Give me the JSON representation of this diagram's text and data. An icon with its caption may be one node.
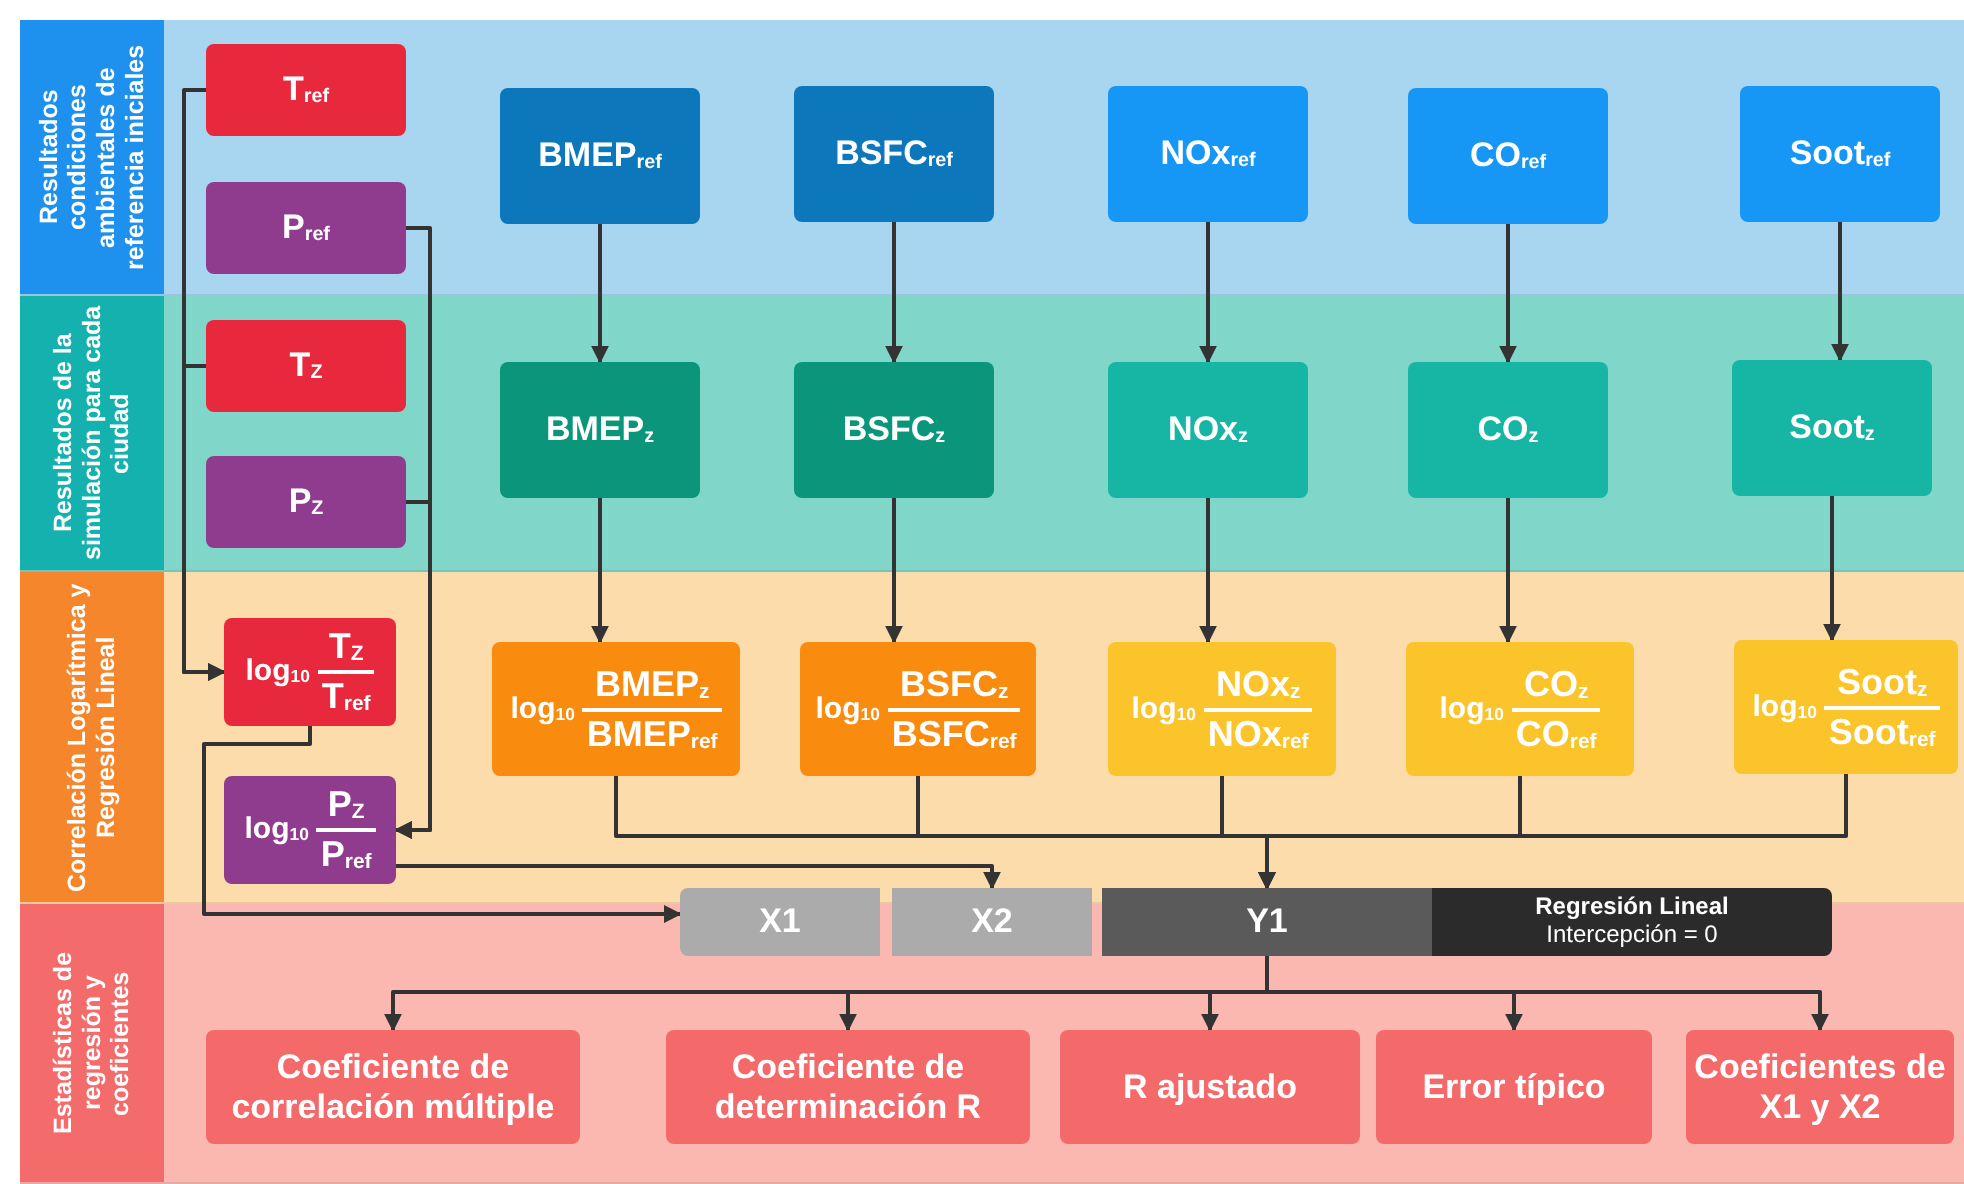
{
  "diagram": {
    "nodes": [
      {
        "text": [
          "Resultados condiciones ambientales de referencia iniciales"
        ]
      },
      {
        "text": [
          "Resultados de la simulación para cada ciudad"
        ]
      },
      {
        "text": [
          "Correlación Logarítmica y Regresión Lineal"
        ]
      },
      {
        "text": [
          "Estadísticas de regresión y coeficientes"
        ]
      },
      {
        "text": [
          "T$_{ref}$"
        ],
        "in": 0
      },
      {
        "text": [
          "P$_{ref}$"
        ],
        "in": 0
      },
      {
        "text": [
          "BMEP$_{ref}$"
        ],
        "in": 0
      },
      {
        "text": [
          "BSFC$_{ref}$"
        ],
        "in": 0
      },
      {
        "text": [
          "NOx$_{ref}$"
        ],
        "in": 0
      },
      {
        "text": [
          "CO$_{ref}$"
        ],
        "in": 0
      },
      {
        "text": [
          "Soot$_{ref}$"
        ],
        "in": 0
      },
      {
        "text": [
          "T$_{Z}$"
        ],
        "in": 1
      },
      {
        "text": [
          "P$_{Z}$"
        ],
        "in": 1
      },
      {
        "text": [
          "BMEP$_{z}$"
        ],
        "in": 1
      },
      {
        "text": [
          "BSFC$_{z}$"
        ],
        "in": 1
      },
      {
        "text": [
          "NOx$_{z}$"
        ],
        "in": 1
      },
      {
        "text": [
          "CO$_{z}$"
        ],
        "in": 1
      },
      {
        "text": [
          "Soot$_{z}$"
        ],
        "in": 1
      },
      {
        "text": [
          "log$_{10}$",
          "T$_{Z}$",
          "T$_{ref}$"
        ],
        "in": 2
      },
      {
        "text": [
          "log$_{10}$",
          "BMEP$_{z}$",
          "BMEP$_{ref}$"
        ],
        "in": 2
      },
      {
        "text": [
          "log$_{10}$",
          "BSFC$_{z}$",
          "BSFC$_{ref}$"
        ],
        "in": 2
      },
      {
        "text": [
          "log$_{10}$",
          "NOx$_{z}$",
          "NOx$_{ref}$"
        ],
        "in": 2
      },
      {
        "text": [
          "log$_{10}$",
          "CO$_{z}$",
          "CO$_{ref}$"
        ],
        "in": 2
      },
      {
        "text": [
          "log$_{10}$",
          "Soot$_{z}$",
          "Soot$_{ref}$"
        ],
        "in": 2
      },
      {
        "text": [
          "log$_{10}$",
          "P$_{Z}$",
          "P$_{ref}$"
        ],
        "in": 2
      },
      {
        "text": [
          "X1"
        ]
      },
      {
        "text": [
          "X2"
        ]
      },
      {
        "text": [
          "Y1"
        ]
      },
      {
        "text": [
          "Regresión Lineal",
          "Intercepción = 0"
        ]
      },
      {
        "text": [
          "Coeficiente de correlación múltiple"
        ],
        "in": 3
      },
      {
        "text": [
          "Coeficiente de determinación R"
        ],
        "in": 3
      },
      {
        "text": [
          "R ajustado"
        ],
        "in": 3
      },
      {
        "text": [
          "Error típico"
        ],
        "in": 3
      },
      {
        "text": [
          "Coeficientes de X1 y X2"
        ],
        "in": 3
      }
    ],
    "edges": [
      {
        "from": 4,
        "to": 18,
        "arrow": "to"
      },
      {
        "from": 11,
        "to": 18,
        "arrow": "to"
      },
      {
        "from": 5,
        "to": 24,
        "arrow": "to"
      },
      {
        "from": 12,
        "to": 24,
        "arrow": "to"
      },
      {
        "from": 6,
        "to": 13,
        "arrow": "to"
      },
      {
        "from": 7,
        "to": 14,
        "arrow": "to"
      },
      {
        "from": 8,
        "to": 15,
        "arrow": "to"
      },
      {
        "from": 9,
        "to": 16,
        "arrow": "to"
      },
      {
        "from": 10,
        "to": 17,
        "arrow": "to"
      },
      {
        "from": 13,
        "to": 19,
        "arrow": "to"
      },
      {
        "from": 14,
        "to": 20,
        "arrow": "to"
      },
      {
        "from": 15,
        "to": 21,
        "arrow": "to"
      },
      {
        "from": 16,
        "to": 22,
        "arrow": "to"
      },
      {
        "from": 17,
        "to": 23,
        "arrow": "to"
      },
      {
        "from": 18,
        "to": 25,
        "arrow": "to"
      },
      {
        "from": 24,
        "to": 26,
        "arrow": "to"
      },
      {
        "from": 19,
        "to": 27,
        "arrow": "to"
      },
      {
        "from": 20,
        "to": 27,
        "arrow": "to"
      },
      {
        "from": 21,
        "to": 27,
        "arrow": "to"
      },
      {
        "from": 22,
        "to": 27,
        "arrow": "to"
      },
      {
        "from": 23,
        "to": 27,
        "arrow": "to"
      },
      {
        "from": 27,
        "to": 29,
        "arrow": "to"
      },
      {
        "from": 27,
        "to": 30,
        "arrow": "to"
      },
      {
        "from": 27,
        "to": 31,
        "arrow": "to"
      },
      {
        "from": 27,
        "to": 32,
        "arrow": "to"
      },
      {
        "from": 27,
        "to": 33,
        "arrow": "to"
      }
    ]
  }
}
